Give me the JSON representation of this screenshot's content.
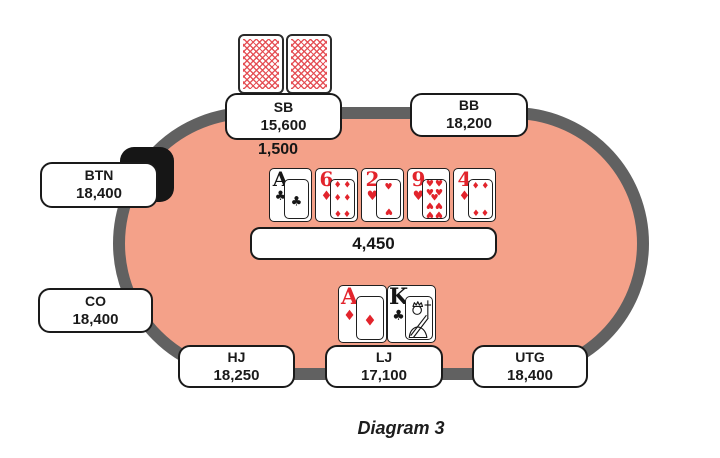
{
  "caption": "Diagram 3",
  "table": {
    "pot": "4,450",
    "sb_bet": "1,500",
    "felt_color": "#F4A189",
    "rim_color": "#616161"
  },
  "seats": [
    {
      "id": "sb",
      "label": "SB",
      "stack": "15,600",
      "has_facedown_cards": true
    },
    {
      "id": "bb",
      "label": "BB",
      "stack": "18,200"
    },
    {
      "id": "btn",
      "label": "BTN",
      "stack": "18,400",
      "has_dealer_button": true
    },
    {
      "id": "co",
      "label": "CO",
      "stack": "18,400"
    },
    {
      "id": "hj",
      "label": "HJ",
      "stack": "18,250"
    },
    {
      "id": "lj",
      "label": "LJ",
      "stack": "17,100",
      "is_hero": true
    },
    {
      "id": "utg",
      "label": "UTG",
      "stack": "18,400"
    }
  ],
  "community_cards": [
    {
      "rank": "A",
      "suit": "club",
      "color": "black"
    },
    {
      "rank": "6",
      "suit": "diamond",
      "color": "red"
    },
    {
      "rank": "2",
      "suit": "heart",
      "color": "red"
    },
    {
      "rank": "9",
      "suit": "heart",
      "color": "red"
    },
    {
      "rank": "4",
      "suit": "diamond",
      "color": "red"
    }
  ],
  "hero_cards": [
    {
      "rank": "A",
      "suit": "diamond",
      "color": "red"
    },
    {
      "rank": "K",
      "suit": "club",
      "color": "black"
    }
  ],
  "colors": {
    "card_red": "#E2242C",
    "card_black": "#161616",
    "card_back_red": "#E3464C"
  }
}
